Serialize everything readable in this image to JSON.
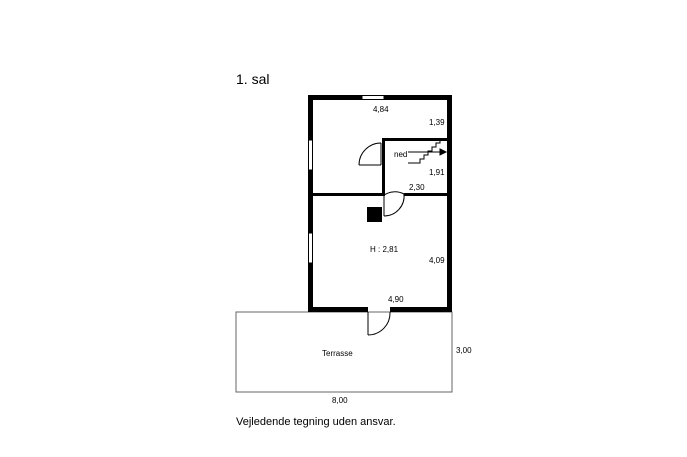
{
  "floor_title": "1. sal",
  "disclaimer": "Vejledende tegning uden ansvar.",
  "labels": {
    "top_width": "4,84",
    "upper_right_depth": "1,39",
    "stair_label": "ned",
    "stair_depth": "1,91",
    "partition_width": "2,30",
    "ceiling_height": "H : 2,81",
    "room_depth": "4,09",
    "bottom_width": "4,90",
    "terrace": "Terrasse",
    "terrace_depth": "3,00",
    "terrace_width": "8,00"
  }
}
